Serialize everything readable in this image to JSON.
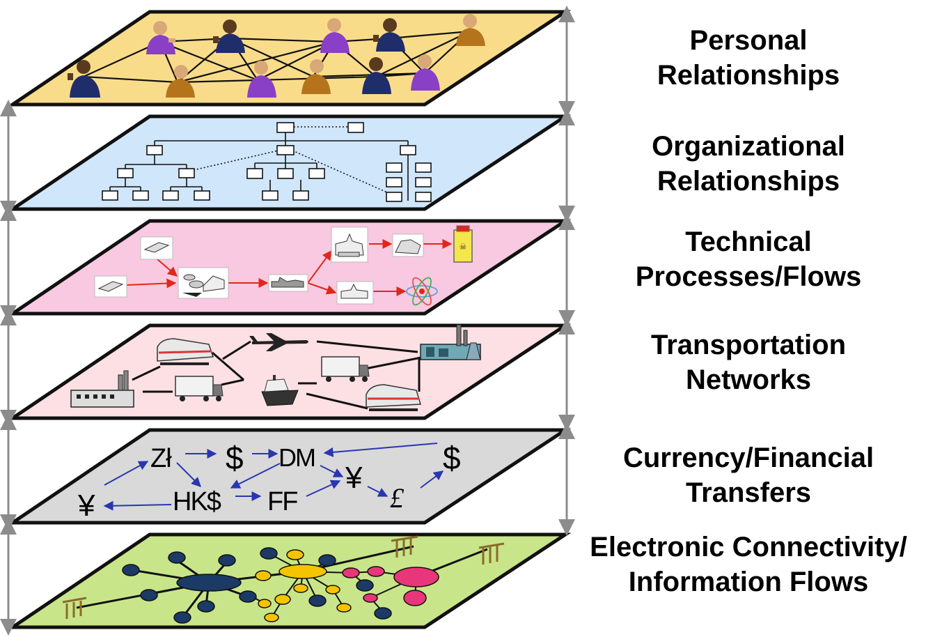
{
  "layers": [
    {
      "id": "personal",
      "line1": "Personal",
      "line2": "Relationships",
      "fill": "#f9dc8a"
    },
    {
      "id": "organizational",
      "line1": "Organizational",
      "line2": "Relationships",
      "fill": "#cfe6fb"
    },
    {
      "id": "technical",
      "line1": "Technical",
      "line2": "Processes/Flows",
      "fill": "#f8c9e0"
    },
    {
      "id": "transportation",
      "line1": "Transportation",
      "line2": "Networks",
      "fill": "#fde0e4"
    },
    {
      "id": "currency",
      "line1": "Currency/Financial",
      "line2": "Transfers",
      "fill": "#d9d9d9"
    },
    {
      "id": "electronic",
      "line1": "Electronic Connectivity/",
      "line2": "Information Flows",
      "fill": "#c9e58a"
    }
  ],
  "currency_symbols": {
    "zloty": "Zł",
    "dollar_1": "$",
    "dm": "DM",
    "dollar_2": "$",
    "yen_left": "¥",
    "hkd": "HK$",
    "ff": "FF",
    "yen_right": "¥",
    "pound": "£"
  },
  "colors": {
    "outline": "#111111",
    "arrow_red": "#e0271b",
    "arrow_blue": "#2a35b0",
    "bracket_gray": "#8c8c8c",
    "node_navy": "#1b3a66",
    "node_yellow": "#f5c400",
    "node_pink": "#e8367a",
    "person_purple": "#8a3fc7",
    "person_navy": "#1f2d6b",
    "person_brown": "#b5741c"
  }
}
